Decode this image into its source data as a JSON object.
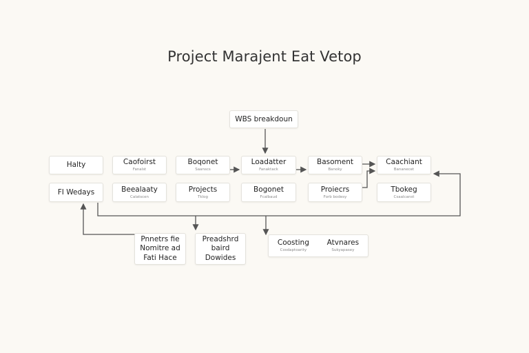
{
  "title": "Project Marajent Eat Vetop",
  "colors": {
    "background": "#fbf9f4",
    "line": "#555555",
    "node_border": "#e4e2dc"
  },
  "nodes": {
    "root": {
      "label": "WBS breakdoun"
    },
    "r1": [
      {
        "label": "Halty",
        "sub": ""
      },
      {
        "label": "Caofoirst",
        "sub": "Fanalst"
      },
      {
        "label": "Boqonet",
        "sub": "Saanscs"
      },
      {
        "label": "Loadatter",
        "sub": "Fanaktack"
      },
      {
        "label": "Basoment",
        "sub": "Banoky"
      },
      {
        "label": "Caachiant",
        "sub": "Bananecet"
      }
    ],
    "r2": [
      {
        "label": "FI Wedays",
        "sub": ""
      },
      {
        "label": "Beealaaty",
        "sub": "Calatscen"
      },
      {
        "label": "Projects",
        "sub": "Tklog"
      },
      {
        "label": "Bogonet",
        "sub": "Fcalbaud"
      },
      {
        "label": "Proiecrs",
        "sub": "Forb bodesy"
      },
      {
        "label": "Tbokeg",
        "sub": "Csaalcanst"
      }
    ],
    "bottom_left": {
      "lines": [
        "Pnnetrs fie",
        "Nomitre ad",
        "Fati Hace"
      ]
    },
    "bottom_mid": {
      "lines": [
        "Preadshrd",
        "baird",
        "Dowides"
      ]
    },
    "bottom_right": [
      {
        "label": "Coosting",
        "sub": "Cosdaptoarity"
      },
      {
        "label": "Atvnares",
        "sub": "Sukyapasey"
      }
    ]
  }
}
